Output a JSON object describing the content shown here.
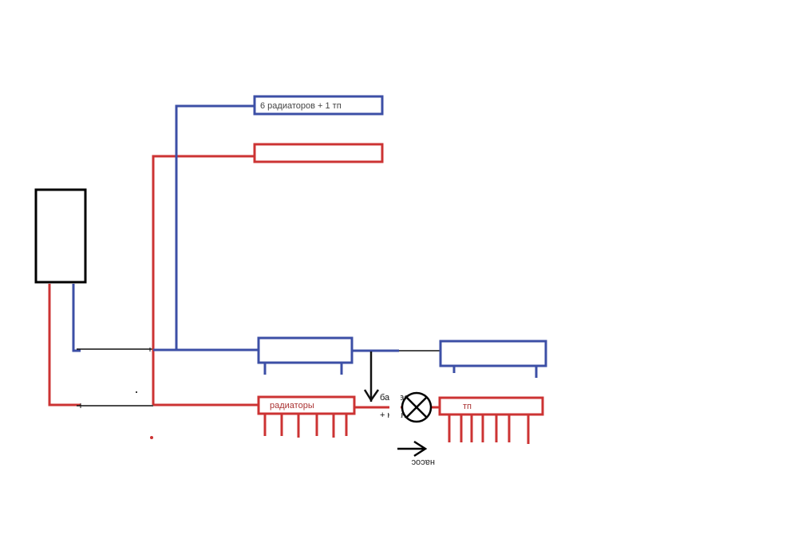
{
  "colors": {
    "supply": "#cc3333",
    "return": "#3c4fa6",
    "line": "#111111",
    "boiler": "#000000"
  },
  "labels": {
    "top_radiators": "6 радиаторов + 1 тп",
    "radiators": "радиаторы",
    "floor_heating": "тп",
    "bypass": "байпас",
    "valve": "+ кран",
    "pump": "насос"
  },
  "icons": {
    "valve": "crossed-circle",
    "pump_direction": "arrow-right",
    "flow_direction": "arrow-down"
  }
}
